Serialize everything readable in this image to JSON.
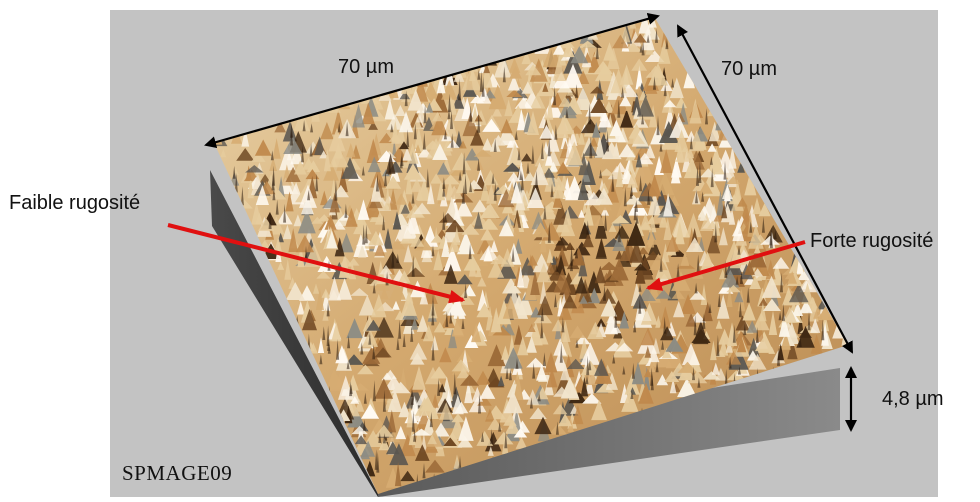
{
  "labels": {
    "width_top": "70 µm",
    "depth_right": "70 µm",
    "height": "4,8 µm",
    "low_roughness": "Faible rugosité",
    "high_roughness": "Forte rugosité"
  },
  "watermark": "SPMAGE09",
  "colors": {
    "background_panel": "#c3c3c3",
    "surface_light": "#f6efe2",
    "surface_mid": "#d9b07a",
    "surface_dark": "#3b2614",
    "side_wall": "#3c3c3c",
    "annotation_arrow": "#e01010",
    "dimension_arrow": "#000000"
  }
}
